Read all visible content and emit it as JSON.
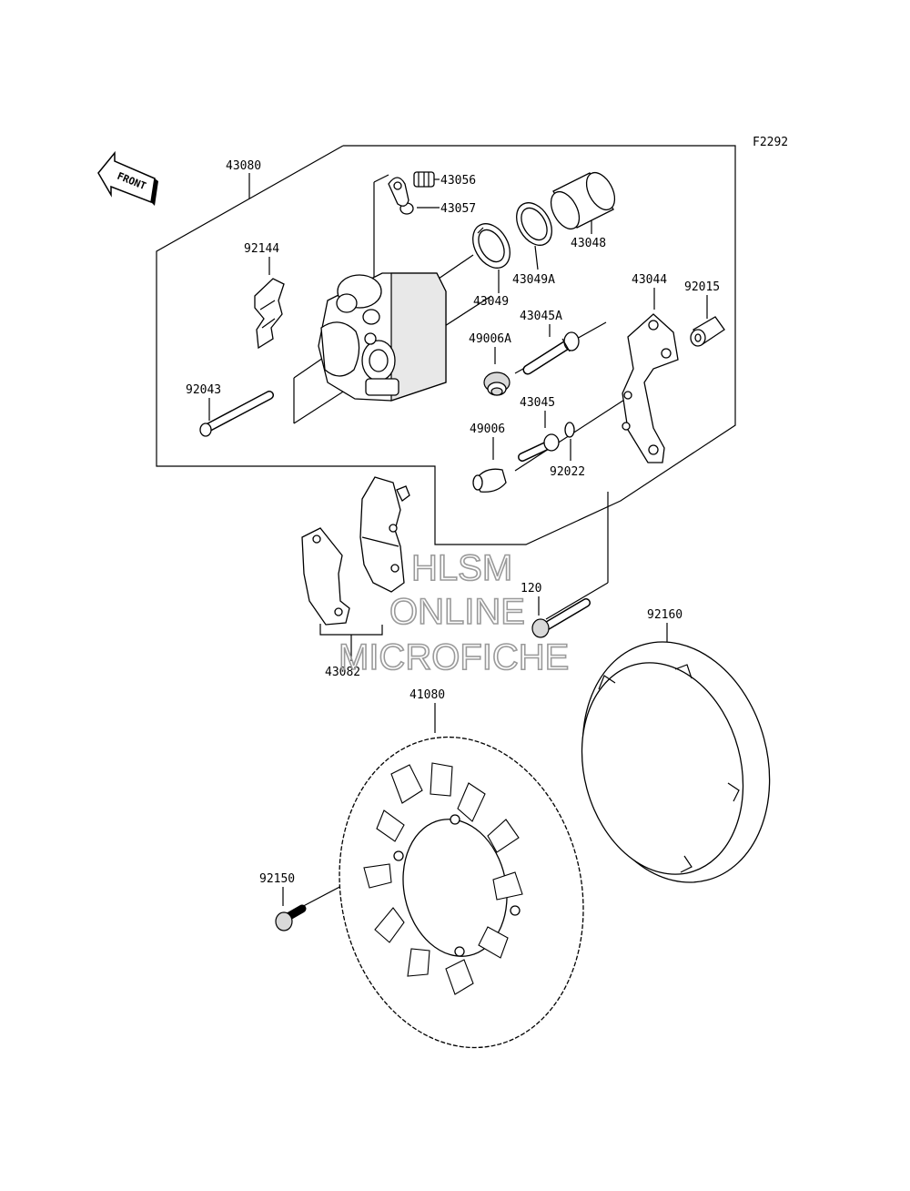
{
  "figure_code": "F2292",
  "front_label": "FRONT",
  "watermark": [
    "HLSM",
    "ONLINE",
    "MICROFICHE"
  ],
  "callouts": {
    "c43080": "43080",
    "c43056": "43056",
    "c43057": "43057",
    "c43048": "43048",
    "c92144": "92144",
    "c43049A": "43049A",
    "c43049": "43049",
    "c43044": "43044",
    "c92015": "92015",
    "c43045A": "43045A",
    "c49006A": "49006A",
    "c92043": "92043",
    "c43045": "43045",
    "c49006": "49006",
    "c92022": "92022",
    "c120": "120",
    "c92160": "92160",
    "c43082": "43082",
    "c41080": "41080",
    "c92150": "92150"
  }
}
